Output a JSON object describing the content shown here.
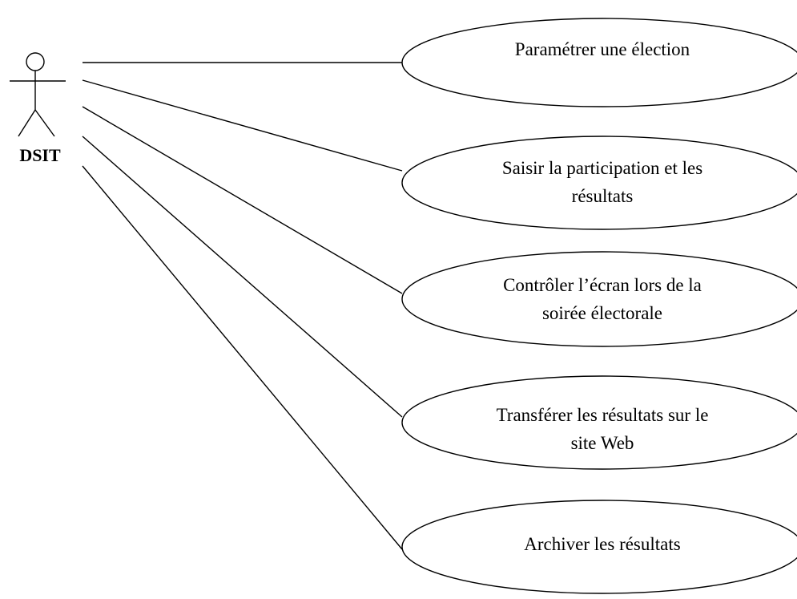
{
  "actor": {
    "name": "DSIT"
  },
  "use_cases": [
    {
      "lines": [
        "Paramétrer une élection"
      ]
    },
    {
      "lines": [
        "Saisir la participation et les",
        "résultats"
      ]
    },
    {
      "lines": [
        "Contrôler l’écran lors de la",
        "soirée électorale"
      ]
    },
    {
      "lines": [
        "Transférer les résultats sur le",
        "site Web"
      ]
    },
    {
      "lines": [
        "Archiver les résultats"
      ]
    }
  ]
}
